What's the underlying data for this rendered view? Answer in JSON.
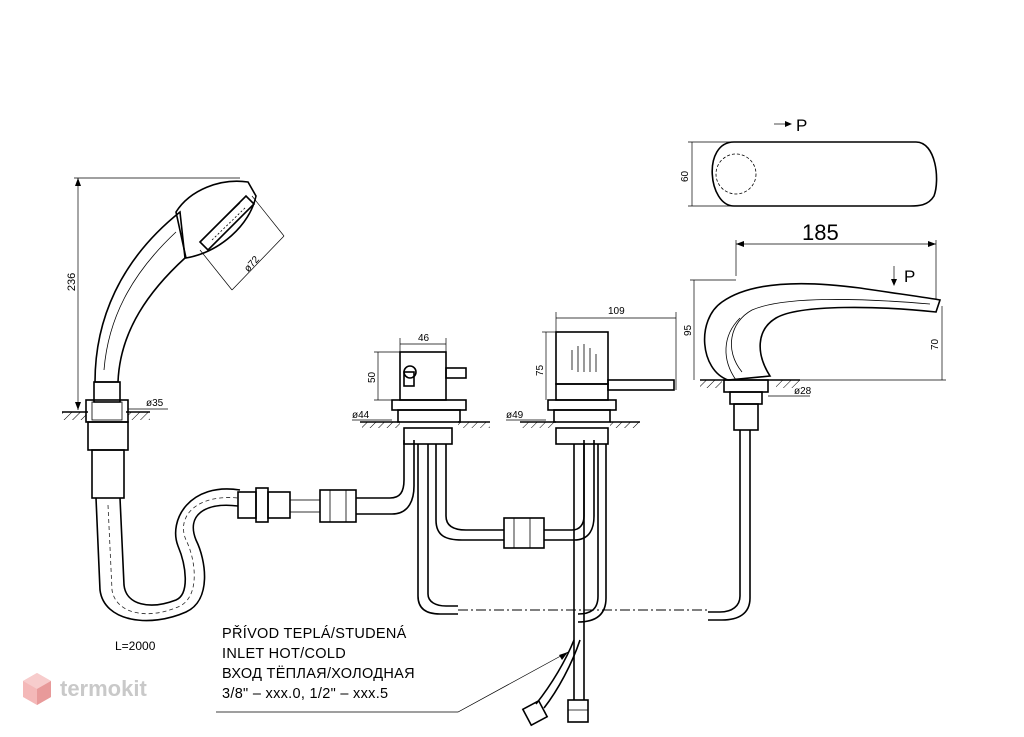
{
  "dimensions": {
    "shower_height": "236",
    "shower_head_dia": "ø72",
    "shower_base_dia": "ø35",
    "hose_length": "L=2000",
    "valve_width": "46",
    "valve_height": "50",
    "valve_base_dia": "ø44",
    "mixer_width": "109",
    "mixer_height": "75",
    "mixer_base_dia": "ø49",
    "spout_length": "185",
    "spout_height": "95",
    "spout_outlet_height": "70",
    "spout_base_dia": "ø28",
    "spout_top_width": "60",
    "view_marker_top": "P",
    "view_marker_side": "P"
  },
  "note": {
    "line1": "PŘÍVOD TEPLÁ/STUDENÁ",
    "line2": "INLET HOT/COLD",
    "line3": "ВХОД ТЁПЛАЯ/ХОЛОДНАЯ",
    "line4": "3/8\" – xxx.0, 1/2\" – xxx.5"
  },
  "watermark": {
    "brand": "termokit",
    "color": "#c9c9c9"
  }
}
